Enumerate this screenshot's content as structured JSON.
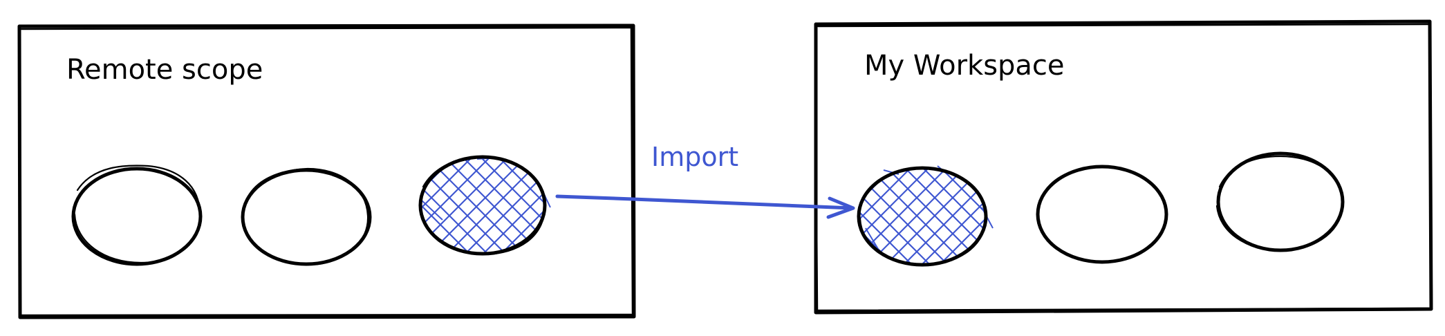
{
  "colors": {
    "ink": "#000000",
    "accent": "#3f57d1",
    "background": "#ffffff"
  },
  "remote_scope": {
    "title": "Remote scope"
  },
  "workspace": {
    "title": "My Workspace"
  },
  "arrow": {
    "label": "Import"
  }
}
